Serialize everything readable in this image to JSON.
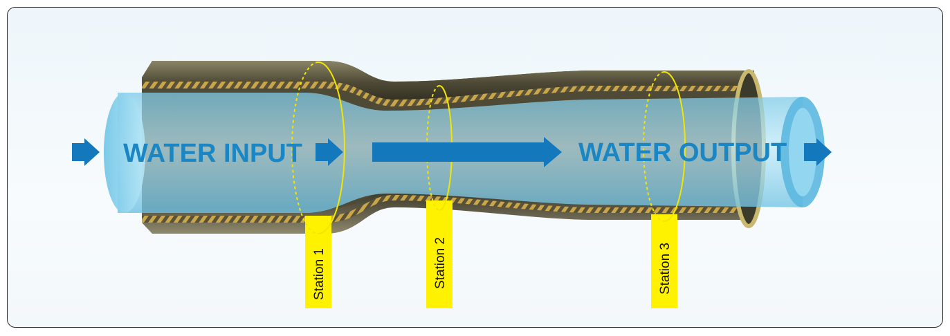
{
  "labels": {
    "input": "WATER INPUT",
    "output": "WATER OUTPUT"
  },
  "stations": [
    {
      "label": "Station 1"
    },
    {
      "label": "Station 2"
    },
    {
      "label": "Station 3"
    }
  ],
  "colors": {
    "water": "#8fd3ee",
    "arrow": "#1478bd",
    "pipe_outer": "#6e6a4e",
    "pipe_stripe": "#c9a64a",
    "station_tag": "#fff200",
    "station_ring": "#f2e600"
  },
  "icons": [
    "arrow-right-icon"
  ]
}
